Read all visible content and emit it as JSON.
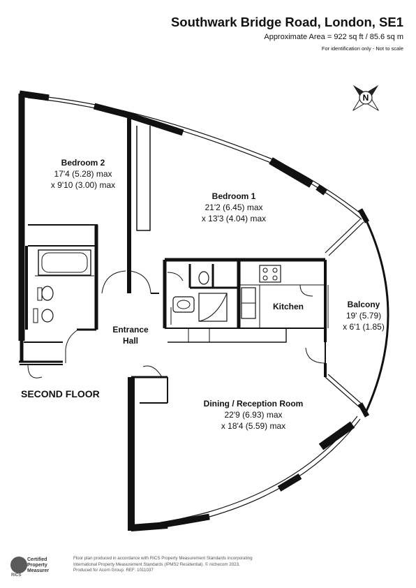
{
  "header": {
    "title": "Southwark Bridge Road, London, SE1",
    "area": "Approximate Area = 922 sq ft / 85.6 sq m",
    "identification": "For identification only - Not to scale"
  },
  "floor_label": "SECOND FLOOR",
  "rooms": {
    "bedroom2": {
      "name": "Bedroom 2",
      "dim1": "17'4 (5.28) max",
      "dim2": "x 9'10 (3.00) max"
    },
    "bedroom1": {
      "name": "Bedroom 1",
      "dim1": "21'2 (6.45) max",
      "dim2": "x 13'3 (4.04) max"
    },
    "kitchen": {
      "name": "Kitchen"
    },
    "balcony": {
      "name": "Balcony",
      "dim1": "19' (5.79)",
      "dim2": "x 6'1 (1.85)"
    },
    "entrance": {
      "name1": "Entrance",
      "name2": "Hall"
    },
    "dining": {
      "name": "Dining / Reception Room",
      "dim1": "22'9 (6.93) max",
      "dim2": "x 18'4 (5.59) max"
    }
  },
  "compass": {
    "letter": "N",
    "icon": "compass-icon"
  },
  "footer": {
    "line1": "Floor plan produced in accordance with RICS Property Measurement Standards incorporating",
    "line2": "International Property Measurement Standards (IPMS2 Residential).  © nichecom 2023.",
    "line3": "Produced for Acorn Group.   REF:  1011037",
    "rics_logo_text": "RICS",
    "rics_line1": "Certified",
    "rics_line2": "Property",
    "rics_line3": "Measurer"
  }
}
